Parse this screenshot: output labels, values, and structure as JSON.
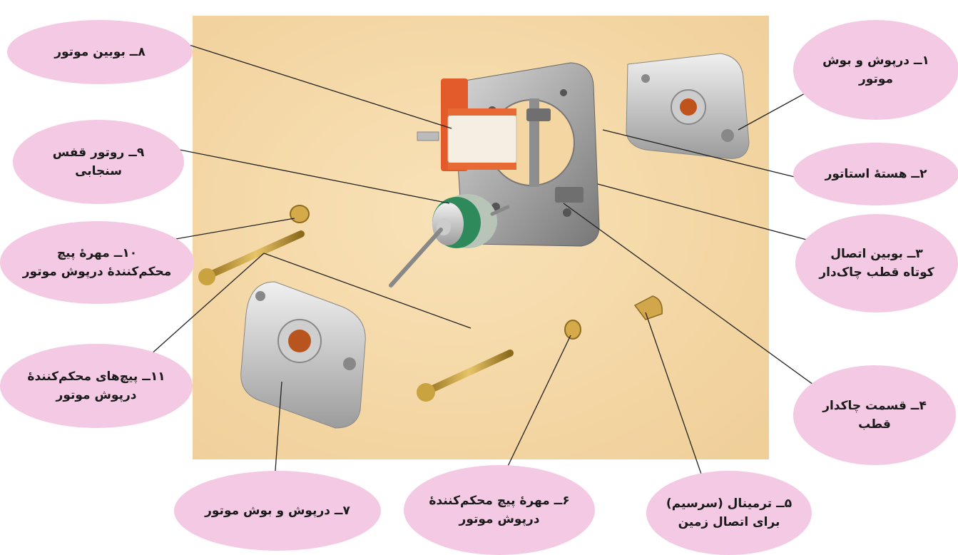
{
  "labels": {
    "l1": {
      "line1": "۱ــ درپوش و بوش",
      "line2": "موتور"
    },
    "l2": {
      "line1": "۲ــ هستهٔ استاتور"
    },
    "l3": {
      "line1": "۳ــ بوبین اتصال",
      "line2": "کوتاه قطب چاک‌دار"
    },
    "l4": {
      "line1": "۴ــ قسمت چاکدار",
      "line2": "قطب"
    },
    "l5": {
      "line1": "۵ــ ترمینال (سرسیم)",
      "line2": "برای اتصال زمین"
    },
    "l6": {
      "line1": "۶ــ مهرهٔ پیچ محکم‌کنندهٔ",
      "line2": "درپوش موتور"
    },
    "l7": {
      "line1": "۷ــ درپوش و بوش موتور"
    },
    "l8": {
      "line1": "۸ــ بوبین موتور"
    },
    "l9": {
      "line1": "۹ــ روتور قفس",
      "line2": "سنجابی"
    },
    "l10": {
      "line1": "۱۰ــ مهرهٔ پیچ",
      "line2": "محکم‌کنندهٔ درپوش موتور"
    },
    "l11": {
      "line1": "۱۱ــ پیچ‌های محکم‌کنندهٔ",
      "line2": "درپوش موتور"
    }
  },
  "colors": {
    "bubble": "#f4c9e3",
    "photo_background": "#f6d9a8",
    "leader_line": "#222222"
  }
}
